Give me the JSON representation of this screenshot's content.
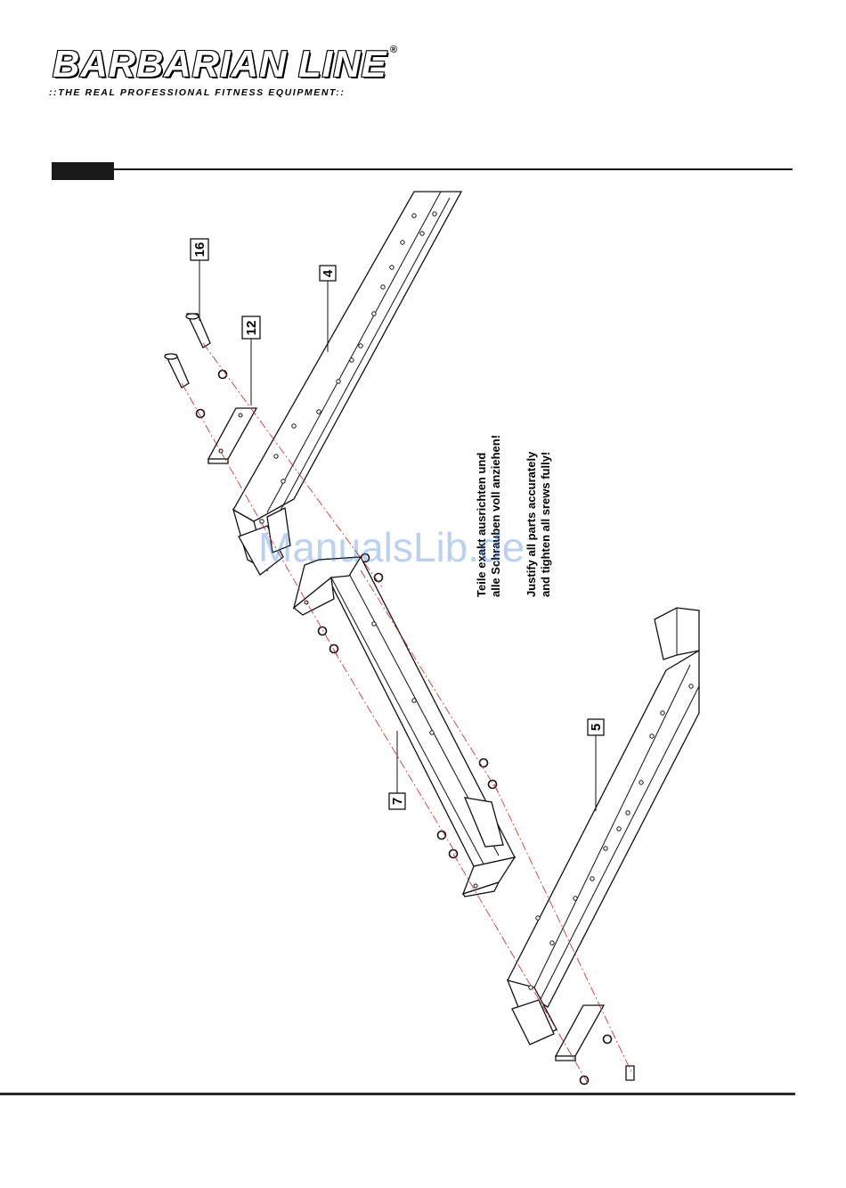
{
  "brand": {
    "name": "BARBARIAN LINE",
    "registered_mark": "®",
    "tagline": "::THE REAL PROFESSIONAL FITNESS EQUIPMENT::"
  },
  "watermark": "ManualsLib.de",
  "callouts": {
    "bolt": "16",
    "plate": "12",
    "upper_rail": "4",
    "cross_tube": "7",
    "lower_rail": "5"
  },
  "note": {
    "german_line1": "Teile exakt ausrichten und",
    "german_line2": "alle Schrauben voll anziehen!",
    "english_line1": "Justify all parts accurately",
    "english_line2": "and tighten all srews fully!"
  }
}
